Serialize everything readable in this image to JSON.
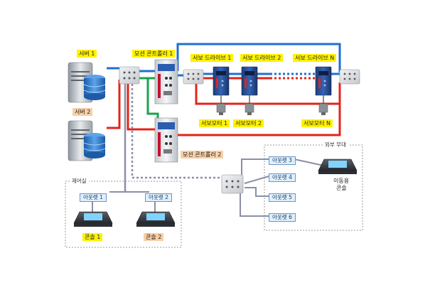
{
  "labels": {
    "server1": "서버 1",
    "server2": "서버 2",
    "motion_controller1": "모션 콘트롤러 1",
    "motion_controller2": "모션 콘트롤러 2",
    "servo_drive1": "서보 드라이브 1",
    "servo_drive2": "서보 드라이브 2",
    "servo_driveN": "서보 드라이브 N",
    "servo_motor1": "서보모터 1",
    "servo_motor2": "서보모터 2",
    "servo_motorN": "서보모터 N",
    "control_room": "제어실",
    "external_stage": "외부 무대",
    "console1": "콘솔 1",
    "console2": "콘솔 2",
    "mobile_console_line1": "이동용",
    "mobile_console_line2": "콘솔",
    "outlet1": "아웃렛 1",
    "outlet2": "아웃렛 2",
    "outlet3": "아웃렛 3",
    "outlet4": "아웃렛 4",
    "outlet5": "아웃렛 5",
    "outlet6": "아웃렛 6"
  },
  "colors": {
    "blue_link": "#1f6fd1",
    "red_link": "#e0251b",
    "green_link": "#1aa34a",
    "network_gray": "#8a8fa8",
    "region_border": "#9a9a9a"
  }
}
